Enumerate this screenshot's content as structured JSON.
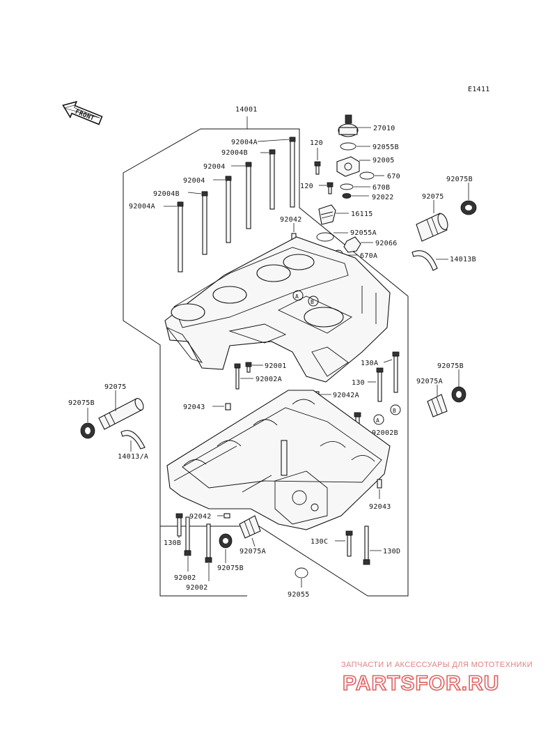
{
  "figure_code": "E1411",
  "front_arrow": "FRONT",
  "labels": {
    "l14001": "14001",
    "l27010": "27010",
    "l92055B": "92055B",
    "l92005": "92005",
    "l670": "670",
    "l670B": "670B",
    "l92022": "92022",
    "l120a": "120",
    "l120b": "120",
    "l92004A_top": "92004A",
    "l92004B_top": "92004B",
    "l92004a": "92004",
    "l92004b": "92004",
    "l92004B_mid": "92004B",
    "l92004A_left": "92004A",
    "l92042_top": "92042",
    "l16115": "16115",
    "l92055A": "92055A",
    "l92066": "92066",
    "l670A": "670A",
    "l92075B_r1": "92075B",
    "l92075_r": "92075",
    "l14013B": "14013B",
    "l92001": "92001",
    "l92002A": "92002A",
    "l130A": "130A",
    "l130": "130",
    "l92042A": "92042A",
    "l92075B_r2": "92075B",
    "l92075A_r": "92075A",
    "l92043_top": "92043",
    "l92002B": "92002B",
    "l92075_l": "92075",
    "l92075B_l": "92075B",
    "l14013A": "14013/A",
    "l92043_r": "92043",
    "l92042_low": "92042",
    "l130B": "130B",
    "l92075A_low": "92075A",
    "l130C": "130C",
    "l130D": "130D",
    "l92002a": "92002",
    "l92075B_low": "92075B",
    "l92002b": "92002",
    "l92055": "92055",
    "callout_A1": "A",
    "callout_B1": "B",
    "callout_A2": "A",
    "callout_B2": "B"
  },
  "watermark": {
    "tagline": "ЗАПЧАСТИ И АКСЕССУАРЫ ДЛЯ МОТОТЕХНИКИ",
    "brand": "PARTSFOR.RU",
    "color": "#e05050"
  }
}
